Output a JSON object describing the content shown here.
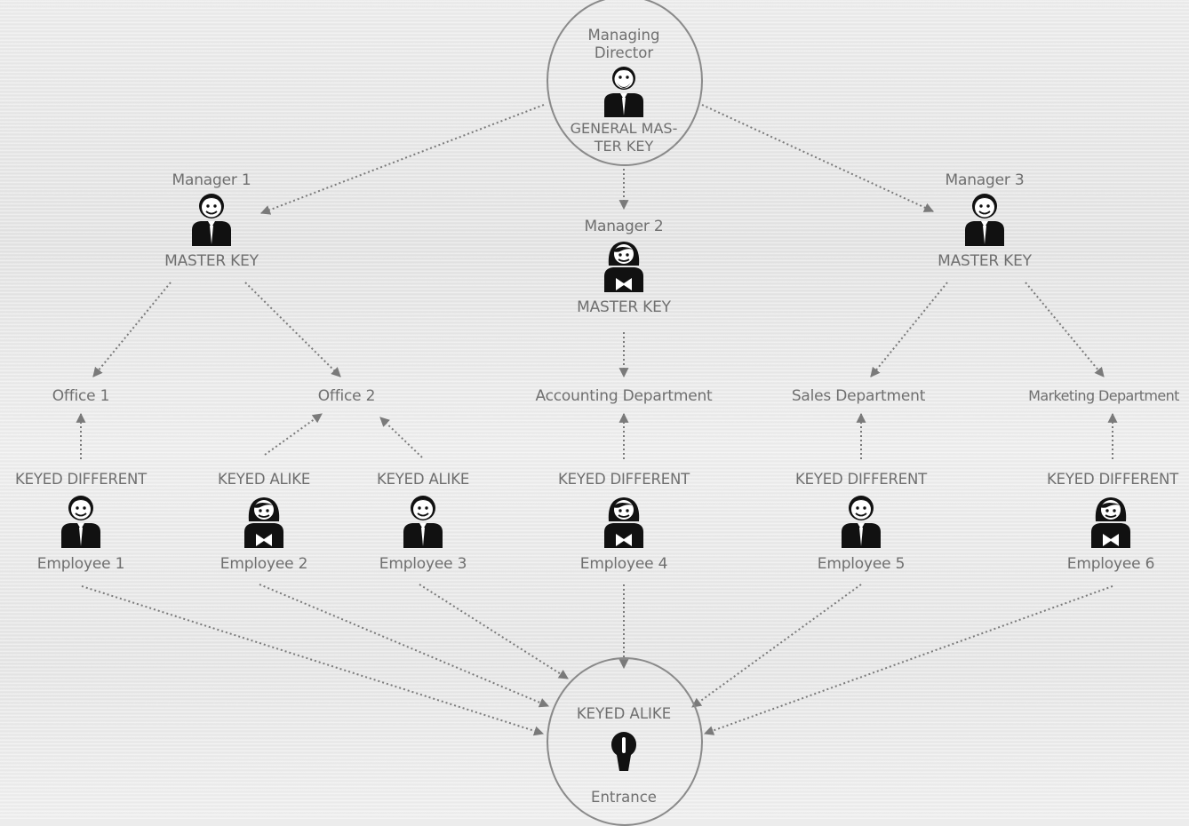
{
  "top": {
    "title": "Managing\nDirector",
    "key_label": "GENERAL MAS-\nTER KEY"
  },
  "managers": [
    {
      "name": "Manager 1",
      "key_label": "MASTER KEY"
    },
    {
      "name": "Manager 2",
      "key_label": "MASTER KEY"
    },
    {
      "name": "Manager 3",
      "key_label": "MASTER KEY"
    }
  ],
  "areas": [
    {
      "name": "Office 1"
    },
    {
      "name": "Office 2"
    },
    {
      "name": "Accounting Department"
    },
    {
      "name": "Sales Department"
    },
    {
      "name": "Marketing Department"
    }
  ],
  "employees": [
    {
      "name": "Employee 1",
      "key_label": "KEYED DIFFERENT"
    },
    {
      "name": "Employee 2",
      "key_label": "KEYED ALIKE"
    },
    {
      "name": "Employee 3",
      "key_label": "KEYED ALIKE"
    },
    {
      "name": "Employee 4",
      "key_label": "KEYED DIFFERENT"
    },
    {
      "name": "Employee 5",
      "key_label": "KEYED DIFFERENT"
    },
    {
      "name": "Employee 6",
      "key_label": "KEYED DIFFERENT"
    }
  ],
  "entrance": {
    "key_label": "KEYED ALIKE",
    "name": "Entrance"
  },
  "icons": {
    "director": "director-person-icon",
    "male": "male-person-icon",
    "female": "female-person-icon",
    "lock": "lock-cylinder-icon"
  },
  "colors": {
    "text": "#6f6f6f",
    "lines": "#7a7a7a",
    "icon": "#111111"
  }
}
